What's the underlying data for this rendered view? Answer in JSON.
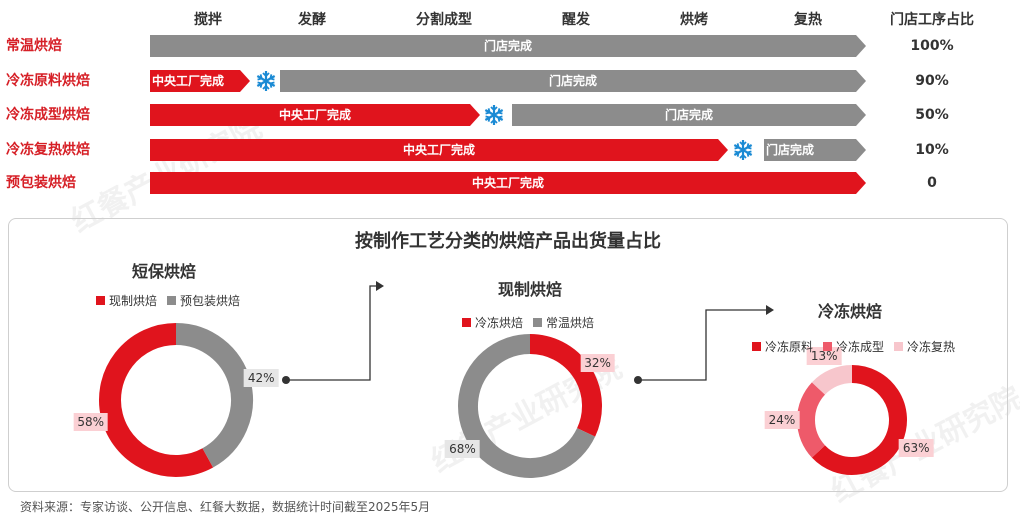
{
  "process": {
    "headers": [
      "搅拌",
      "发酵",
      "分割成型",
      "醒发",
      "烘烤",
      "复热"
    ],
    "share_header": "门店工序占比",
    "rows": [
      {
        "label": "常温烘焙",
        "share": "100%",
        "segments": [
          {
            "text": "门店完成",
            "kind": "store"
          }
        ]
      },
      {
        "label": "冷冻原料烘焙",
        "share": "90%",
        "segments": [
          {
            "text": "中央工厂完成",
            "kind": "factory"
          },
          {
            "text": "门店完成",
            "kind": "store"
          }
        ]
      },
      {
        "label": "冷冻成型烘焙",
        "share": "50%",
        "segments": [
          {
            "text": "中央工厂完成",
            "kind": "factory"
          },
          {
            "text": "门店完成",
            "kind": "store"
          }
        ]
      },
      {
        "label": "冷冻复热烘焙",
        "share": "10%",
        "segments": [
          {
            "text": "中央工厂完成",
            "kind": "factory"
          },
          {
            "text": "门店完成",
            "kind": "store"
          }
        ]
      },
      {
        "label": "预包装烘焙",
        "share": "0",
        "segments": [
          {
            "text": "中央工厂完成",
            "kind": "factory"
          }
        ]
      }
    ]
  },
  "panel_title": "按制作工艺分类的烘焙产品出货量占比",
  "chart_data": [
    {
      "type": "pie",
      "title": "短保烘焙",
      "categories": [
        "现制烘焙",
        "预包装烘焙"
      ],
      "values": [
        58,
        42
      ],
      "labels": [
        "58%",
        "42%"
      ],
      "colors": [
        "#e0141d",
        "#8c8c8c"
      ]
    },
    {
      "type": "pie",
      "title": "现制烘焙",
      "categories": [
        "冷冻烘焙",
        "常温烘焙"
      ],
      "values": [
        32,
        68
      ],
      "labels": [
        "32%",
        "68%"
      ],
      "colors": [
        "#e0141d",
        "#8c8c8c"
      ]
    },
    {
      "type": "pie",
      "title": "冷冻烘焙",
      "categories": [
        "冷冻原料",
        "冷冻成型",
        "冷冻复热"
      ],
      "values": [
        63,
        24,
        13
      ],
      "labels": [
        "63%",
        "24%",
        "13%"
      ],
      "colors": [
        "#e0141d",
        "#ee5a6a",
        "#f7c6cc"
      ]
    }
  ],
  "source": "资料来源：专家访谈、公开信息、红餐大数据，数据统计时间截至2025年5月",
  "watermark": "红餐产业研究院",
  "colors": {
    "factory": "#e0141d",
    "store": "#8c8c8c",
    "label_red": "#d61f26"
  }
}
